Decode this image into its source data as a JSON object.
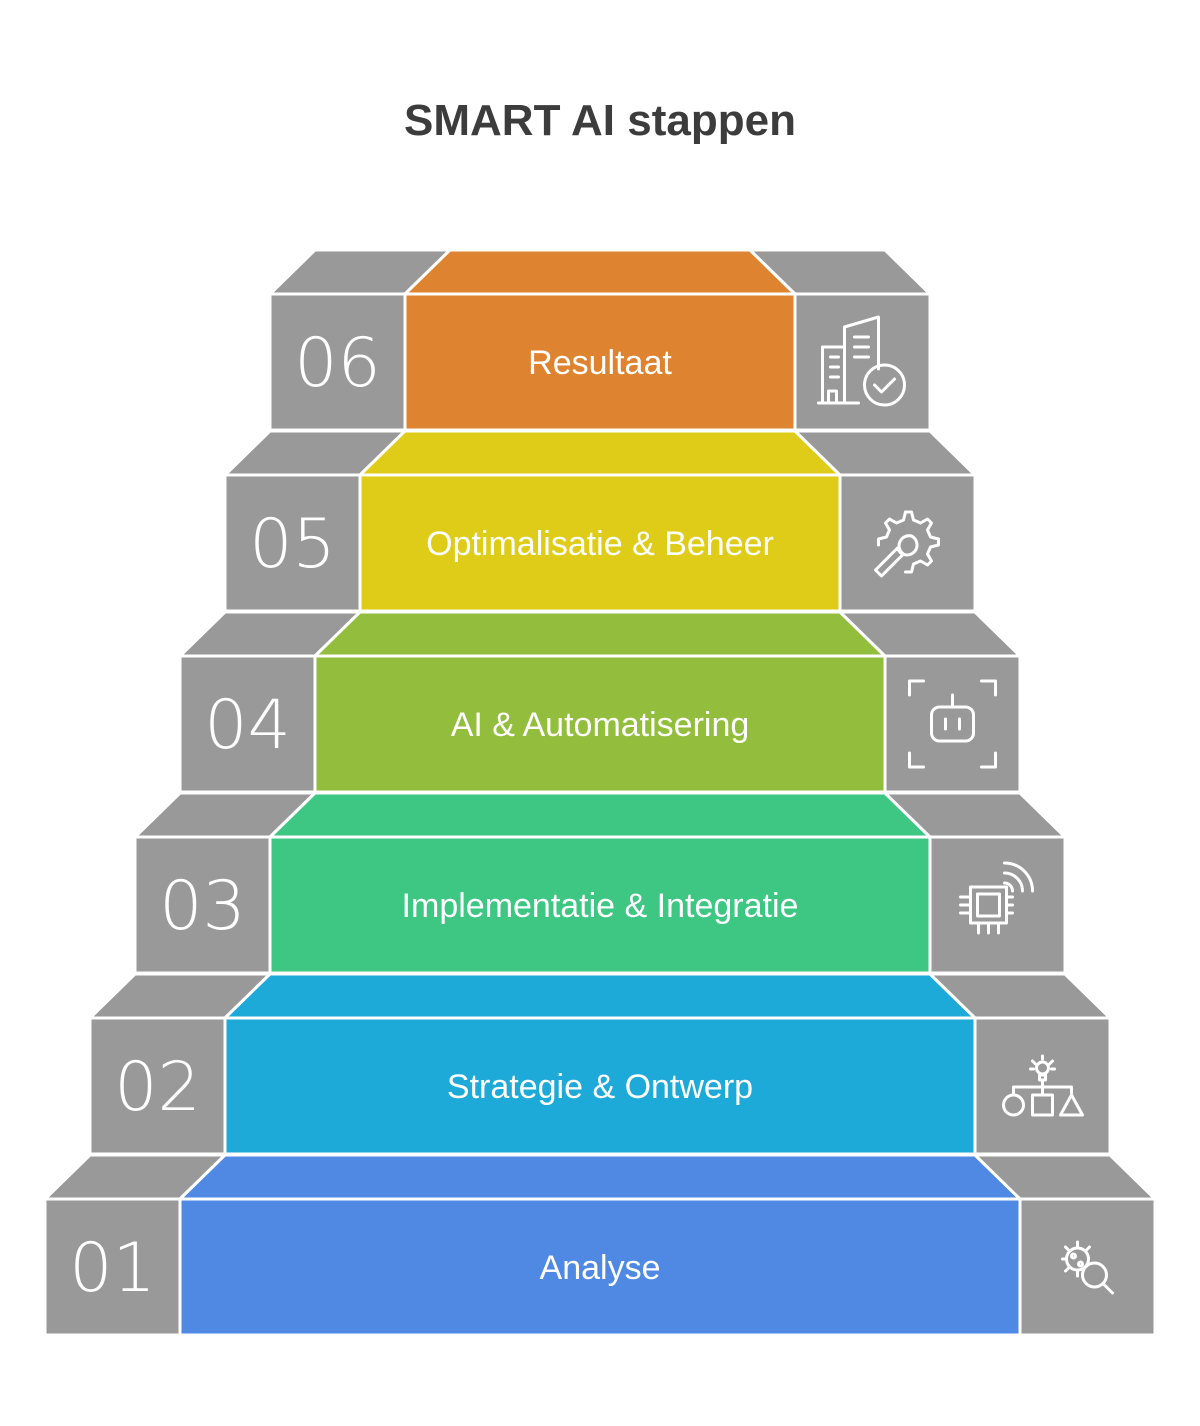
{
  "title": "SMART AI stappen",
  "colors": {
    "side": "#999999",
    "edge": "#ffffff"
  },
  "steps": [
    {
      "number": "01",
      "label": "Analyse",
      "color": "#4f89e4",
      "top_color": "#4f89e4",
      "icon": "bug-search-icon"
    },
    {
      "number": "02",
      "label": "Strategie & Ontwerp",
      "color": "#1eaad9",
      "top_color": "#1eaad9",
      "icon": "idea-shapes-icon"
    },
    {
      "number": "03",
      "label": "Implementatie & Integratie",
      "color": "#3ec683",
      "top_color": "#3ec683",
      "icon": "chip-wireless-icon"
    },
    {
      "number": "04",
      "label": "AI & Automatisering",
      "color": "#93be3d",
      "top_color": "#93be3d",
      "icon": "robot-scan-icon"
    },
    {
      "number": "05",
      "label": "Optimalisatie & Beheer",
      "color": "#dfcc18",
      "top_color": "#dfcc18",
      "icon": "gear-wrench-icon"
    },
    {
      "number": "06",
      "label": "Resultaat",
      "color": "#de8431",
      "top_color": "#de8431",
      "icon": "building-check-icon"
    }
  ]
}
